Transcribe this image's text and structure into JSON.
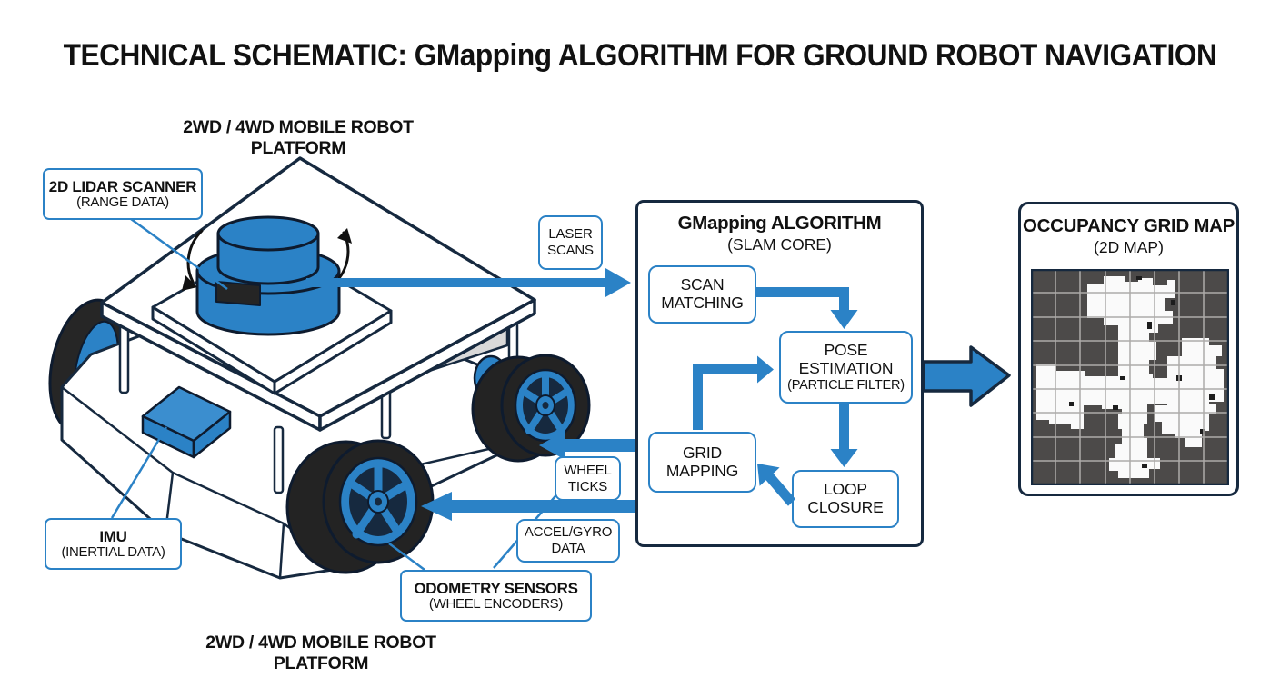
{
  "title": "TECHNICAL SCHEMATIC: GMapping ALGORITHM FOR GROUND ROBOT NAVIGATION",
  "platform_label_top": "2WD / 4WD MOBILE ROBOT PLATFORM",
  "platform_label_bottom": "2WD / 4WD MOBILE ROBOT PLATFORM",
  "callouts": {
    "lidar": {
      "title": "2D LIDAR SCANNER",
      "subtitle": "(RANGE DATA)"
    },
    "imu": {
      "title": "IMU",
      "subtitle": "(INERTIAL DATA)"
    },
    "odometry": {
      "title": "ODOMETRY SENSORS",
      "subtitle": "(WHEEL ENCODERS)"
    }
  },
  "data_labels": {
    "laser_scans": "LASER SCANS",
    "wheel_ticks": "WHEEL TICKS",
    "accel_gyro": "ACCEL/GYRO DATA"
  },
  "algorithm": {
    "title": "GMapping ALGORITHM",
    "subtitle": "(SLAM CORE)",
    "nodes": {
      "scan_matching": "SCAN MATCHING",
      "pose_estimation": "POSE ESTIMATION",
      "pose_estimation_sub": "(PARTICLE FILTER)",
      "grid_mapping": "GRID MAPPING",
      "loop_closure": "LOOP CLOSURE"
    }
  },
  "output": {
    "title": "OCCUPANCY GRID MAP",
    "subtitle": "(2D MAP)"
  },
  "colors": {
    "accent_blue": "#2b82c6",
    "outline_navy": "#16293f",
    "map_gray": "#4c4a49",
    "map_grid_line": "#adaba9",
    "text": "#111111",
    "background": "#ffffff"
  }
}
